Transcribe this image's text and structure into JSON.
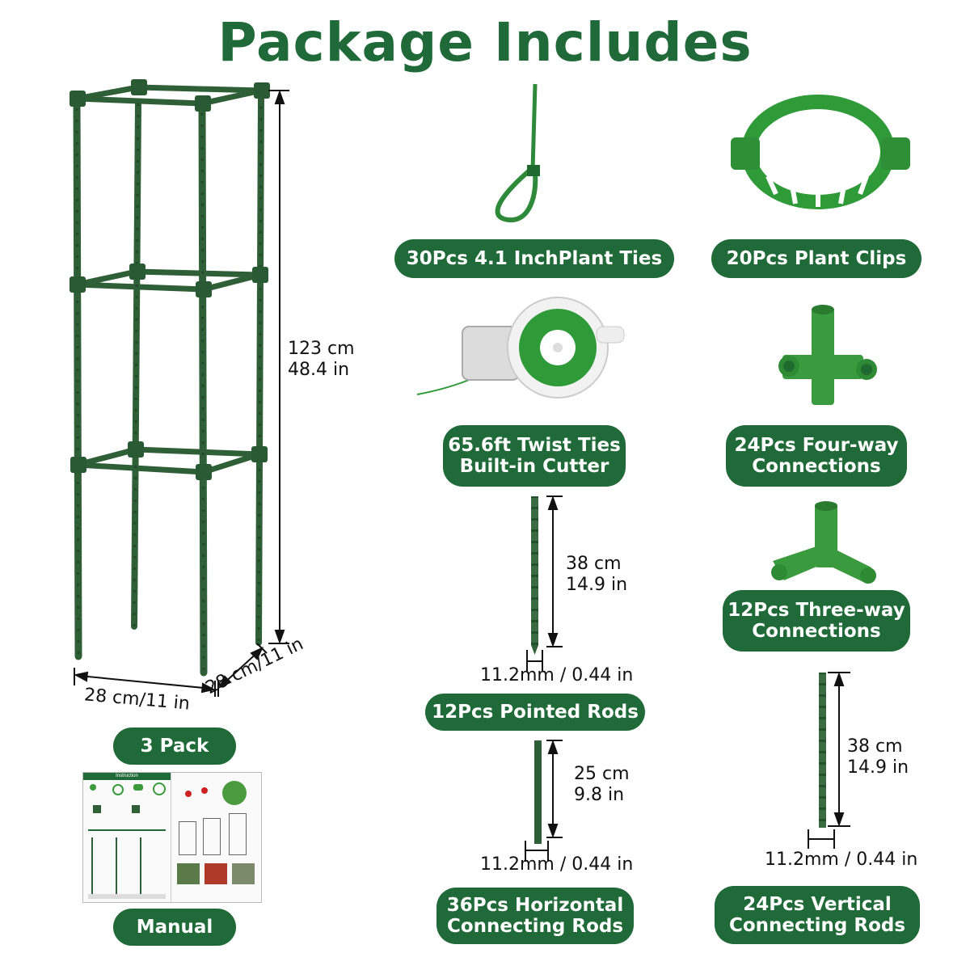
{
  "title": "Package Includes",
  "colors": {
    "brand_green": "#1f6a38",
    "rod_green": "#2f5f37",
    "part_green": "#3a9a3e"
  },
  "cage": {
    "height_cm": "123 cm",
    "height_in": "48.4 in",
    "width": "28 cm/11 in",
    "depth": "28 cm/11 in",
    "label": "3 Pack"
  },
  "manual": {
    "label": "Manual",
    "header": "Instruction"
  },
  "items": {
    "plant_ties": "30Pcs 4.1 InchPlant Ties",
    "plant_clips": "20Pcs Plant Clips",
    "twist_ties_line1": "65.6ft Twist Ties",
    "twist_ties_line2": "Built-in Cutter",
    "four_way_line1": "24Pcs Four-way",
    "four_way_line2": "Connections",
    "three_way_line1": "12Pcs Three-way",
    "three_way_line2": "Connections",
    "pointed_rods": "12Pcs Pointed Rods",
    "horizontal_line1": "36Pcs Horizontal",
    "horizontal_line2": "Connecting Rods",
    "vertical_line1": "24Pcs Vertical",
    "vertical_line2": "Connecting Rods"
  },
  "dims": {
    "pointed_cm": "38 cm",
    "pointed_in": "14.9 in",
    "pointed_dia": "11.2mm / 0.44 in",
    "horizontal_cm": "25 cm",
    "horizontal_in": "9.8 in",
    "horizontal_dia": "11.2mm / 0.44 in",
    "vertical_cm": "38 cm",
    "vertical_in": "14.9 in",
    "vertical_dia": "11.2mm / 0.44 in"
  }
}
